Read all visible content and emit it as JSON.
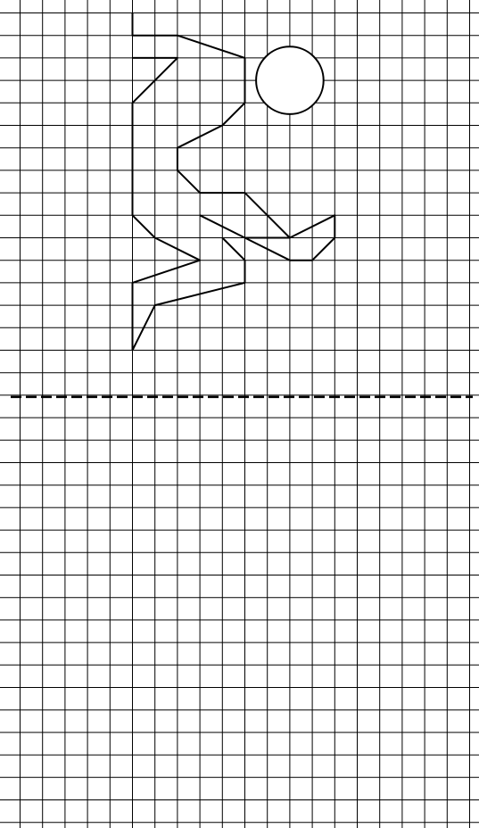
{
  "colors": {
    "background": "#ffffff",
    "grid_line": "#000000",
    "figure_line": "#000000",
    "mirror_line": "#000000"
  },
  "figure": {
    "name": "running-person",
    "head": {
      "center": [
        12,
        3
      ],
      "radius": 1.5
    },
    "segments": [
      {
        "name": "arm-top",
        "points": [
          [
            5,
            0
          ],
          [
            5,
            1
          ],
          [
            7,
            1
          ],
          [
            10,
            2
          ]
        ]
      },
      {
        "name": "arm-front",
        "points": [
          [
            5,
            2
          ],
          [
            7,
            2
          ],
          [
            5,
            4
          ],
          [
            5,
            9
          ],
          [
            6,
            10
          ],
          [
            8,
            11
          ],
          [
            5,
            12
          ],
          [
            5,
            15
          ]
        ]
      },
      {
        "name": "back-leg",
        "points": [
          [
            5,
            15
          ],
          [
            6,
            13
          ],
          [
            10,
            12
          ],
          [
            10,
            11
          ],
          [
            9,
            10
          ]
        ]
      },
      {
        "name": "neck",
        "points": [
          [
            10,
            2
          ],
          [
            10,
            4
          ],
          [
            9,
            5
          ],
          [
            7,
            6
          ],
          [
            7,
            7
          ],
          [
            8,
            8
          ],
          [
            10,
            8
          ],
          [
            12,
            10
          ],
          [
            14,
            9
          ],
          [
            14,
            10
          ],
          [
            13,
            11
          ],
          [
            12,
            11
          ],
          [
            10,
            10
          ],
          [
            8,
            9
          ]
        ]
      },
      {
        "name": "leg-join",
        "points": [
          [
            12,
            10
          ],
          [
            10,
            10
          ]
        ]
      }
    ]
  },
  "mirror_line": {
    "style": "dashed",
    "orientation": "horizontal",
    "row": 17
  }
}
